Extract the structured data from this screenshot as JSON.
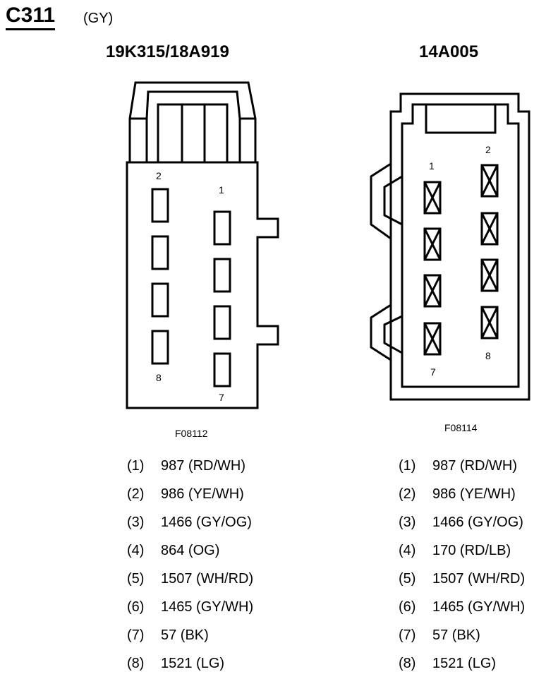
{
  "header": {
    "connector_id": "C311",
    "color_code": "(GY)"
  },
  "left_connector": {
    "title": "19K315/18A919",
    "figure_id": "F08112",
    "pin_labels": {
      "p1": "1",
      "p2": "2",
      "p7": "7",
      "p8": "8"
    },
    "wires": [
      {
        "pin": "(1)",
        "circuit": "987 (RD/WH)"
      },
      {
        "pin": "(2)",
        "circuit": "986 (YE/WH)"
      },
      {
        "pin": "(3)",
        "circuit": "1466 (GY/OG)"
      },
      {
        "pin": "(4)",
        "circuit": "864 (OG)"
      },
      {
        "pin": "(5)",
        "circuit": "1507 (WH/RD)"
      },
      {
        "pin": "(6)",
        "circuit": "1465 (GY/WH)"
      },
      {
        "pin": "(7)",
        "circuit": "57 (BK)"
      },
      {
        "pin": "(8)",
        "circuit": "1521 (LG)"
      }
    ]
  },
  "right_connector": {
    "title": "14A005",
    "figure_id": "F08114",
    "pin_labels": {
      "p1": "1",
      "p2": "2",
      "p7": "7",
      "p8": "8"
    },
    "wires": [
      {
        "pin": "(1)",
        "circuit": "987 (RD/WH)"
      },
      {
        "pin": "(2)",
        "circuit": "986 (YE/WH)"
      },
      {
        "pin": "(3)",
        "circuit": "1466 (GY/OG)"
      },
      {
        "pin": "(4)",
        "circuit": "170 (RD/LB)"
      },
      {
        "pin": "(5)",
        "circuit": "1507 (WH/RD)"
      },
      {
        "pin": "(6)",
        "circuit": "1465 (GY/WH)"
      },
      {
        "pin": "(7)",
        "circuit": "57 (BK)"
      },
      {
        "pin": "(8)",
        "circuit": "1521 (LG)"
      }
    ]
  }
}
